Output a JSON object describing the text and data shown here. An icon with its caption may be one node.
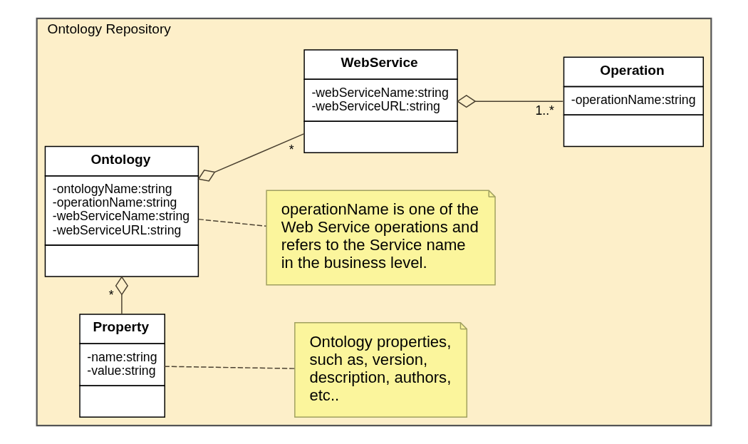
{
  "diagram": {
    "nodes": [
      {
        "text": [
          "Ontology Repository"
        ]
      },
      {
        "text": [
          "Ontology",
          "-ontologyName:string",
          "-operationName:string",
          "-webServiceName:string",
          "-webServiceURL:string"
        ],
        "in": 0
      },
      {
        "text": [
          "operationName is one of the Web Service operations and refers to the Service name in the business level."
        ],
        "in": 0
      },
      {
        "text": [
          "WebService",
          "-webServiceName:string",
          "-webServiceURL:string"
        ],
        "in": 0
      },
      {
        "text": [
          "Operation",
          "-operationName:string"
        ],
        "in": 0
      },
      {
        "text": [
          "Property",
          "-name:string",
          "-value:string"
        ],
        "in": 0
      },
      {
        "text": [
          "Ontology properties, such as, version, description, authors, etc.."
        ],
        "in": 0
      }
    ],
    "edges": [
      {
        "from": 1,
        "to": 2,
        "arrow": "none",
        "style": "dashed"
      },
      {
        "from": 1,
        "to": 3,
        "arrow": "other",
        "label": "*"
      },
      {
        "from": 3,
        "to": 4,
        "arrow": "other",
        "label": "1..*"
      },
      {
        "from": 1,
        "to": 5,
        "arrow": "other",
        "label": "*"
      },
      {
        "from": 5,
        "to": 6,
        "arrow": "none",
        "style": "dashed"
      }
    ]
  }
}
